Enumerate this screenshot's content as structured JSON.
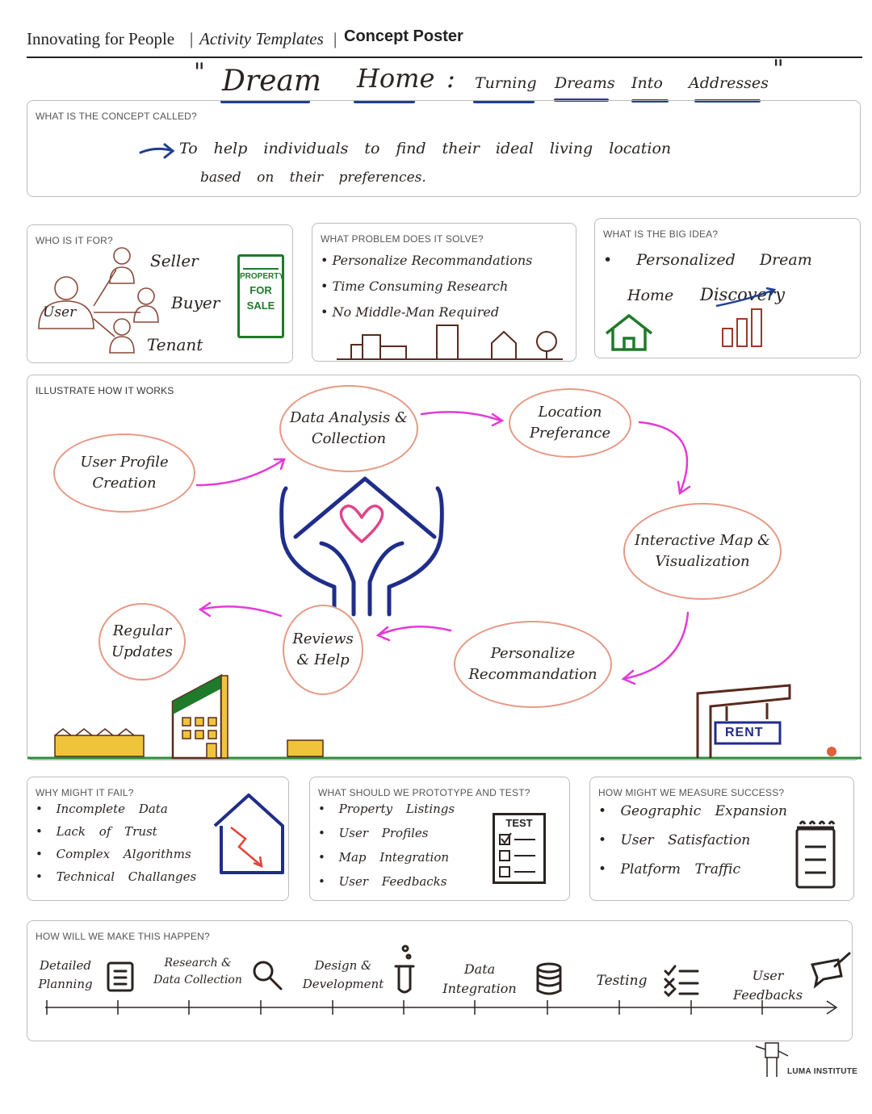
{
  "header": {
    "part1": "Innovating for People",
    "part2": "Activity Templates",
    "part3": "Concept Poster",
    "separator": "|"
  },
  "title": {
    "open_quote": "\"",
    "w1": "Dream",
    "w2": "Home",
    "colon": ":",
    "w3": "Turning",
    "w4": "Dreams",
    "w5": "Into",
    "w6": "Addresses",
    "close_quote": "\""
  },
  "concept": {
    "label": "WHAT IS THE CONCEPT CALLED?",
    "line1": "To help individuals to find their ideal living location",
    "line2": "based on their preferences."
  },
  "who": {
    "label": "WHO IS IT FOR?",
    "user": "User",
    "seller": "Seller",
    "buyer": "Buyer",
    "tenant": "Tenant",
    "sign": [
      "PROPERTY",
      "FOR",
      "SALE"
    ]
  },
  "problem": {
    "label": "WHAT PROBLEM DOES IT SOLVE?",
    "items": [
      "Personalize Recommandations",
      "Time Consuming Research",
      "No Middle-Man Required"
    ]
  },
  "idea": {
    "label": "WHAT IS THE BIG IDEA?",
    "line1": "Personalized Dream",
    "line2a": "Home",
    "line2b": "Discovery"
  },
  "illustrate": {
    "label": "ILLUSTRATE HOW IT WORKS",
    "steps": {
      "profile": "User Profile Creation",
      "data": "Data Analysis & Collection",
      "location": "Location Preferance",
      "map": "Interactive Map & Visualization",
      "personalize": "Personalize Recommandation",
      "reviews": "Reviews & Help",
      "updates": "Regular Updates"
    },
    "rent_sign": "RENT"
  },
  "fail": {
    "label": "WHY MIGHT IT FAIL?",
    "items": [
      "Incomplete Data",
      "Lack of Trust",
      "Complex Algorithms",
      "Technical Challanges"
    ]
  },
  "prototype": {
    "label": "WHAT SHOULD WE PROTOTYPE AND TEST?",
    "items": [
      "Property Listings",
      "User Profiles",
      "Map Integration",
      "User Feedbacks"
    ],
    "test_card": "TEST"
  },
  "measure": {
    "label": "HOW MIGHT WE MEASURE SUCCESS?",
    "items": [
      "Geographic Expansion",
      "User Satisfaction",
      "Platform Traffic"
    ]
  },
  "happen": {
    "label": "HOW WILL WE MAKE THIS HAPPEN?",
    "steps": [
      [
        "Detailed",
        "Planning"
      ],
      [
        "Research &",
        "Data Collection"
      ],
      [
        "Design &",
        "Development"
      ],
      [
        "Data",
        "Integration"
      ],
      [
        "Testing",
        ""
      ],
      [
        "User",
        "Feedbacks"
      ]
    ]
  },
  "footer": {
    "brand": "LUMA INSTITUTE"
  },
  "colors": {
    "cloud_border": "#e59a86",
    "arrow": "#e33bd6",
    "hands": "#1f2d8a",
    "heart": "#e0448a",
    "underline": "#1f3f8f",
    "ink": "#2a2320",
    "green": "#1f7a2a"
  }
}
